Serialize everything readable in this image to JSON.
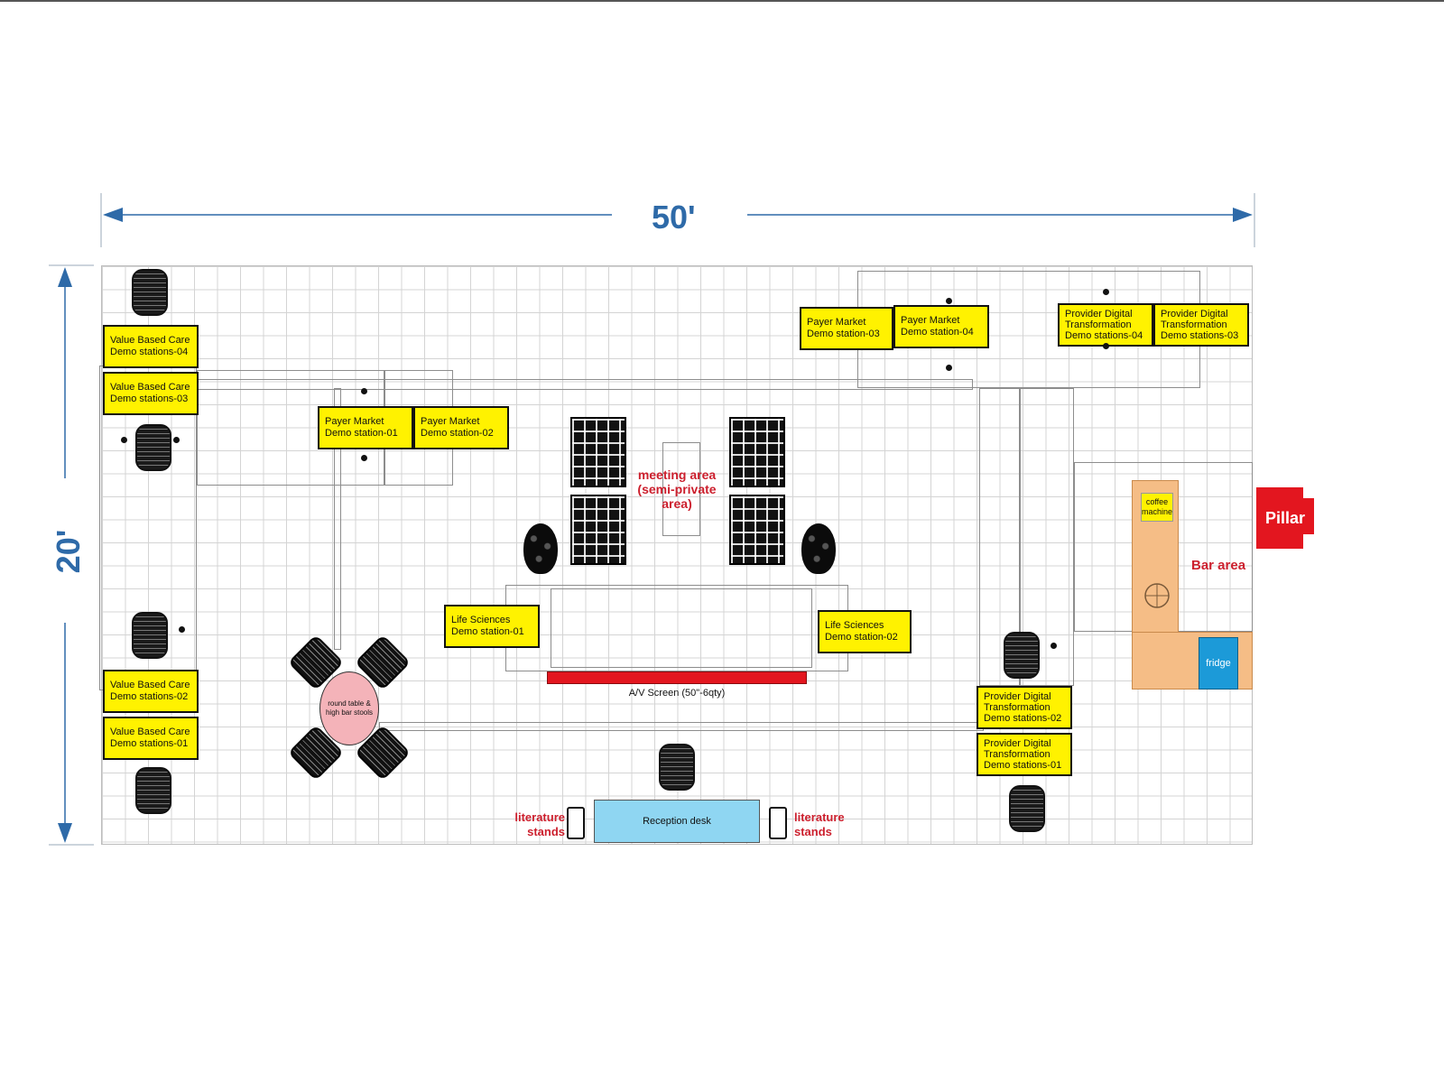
{
  "dimensions": {
    "width_label": "50'",
    "height_label": "20'"
  },
  "stations": {
    "vbc_04": [
      "Value Based Care",
      "Demo stations-04"
    ],
    "vbc_03": [
      "Value Based Care",
      "Demo stations-03"
    ],
    "vbc_02": [
      "Value Based Care",
      "Demo stations-02"
    ],
    "vbc_01": [
      "Value Based Care",
      "Demo stations-01"
    ],
    "payer_01": [
      "Payer Market",
      "Demo station-01"
    ],
    "payer_02": [
      "Payer Market",
      "Demo station-02"
    ],
    "payer_03": [
      "Payer Market",
      "Demo station-03"
    ],
    "payer_04": [
      "Payer Market",
      "Demo station-04"
    ],
    "pdt_04": [
      "Provider Digital",
      "Transformation",
      "Demo stations-04"
    ],
    "pdt_03": [
      "Provider Digital",
      "Transformation",
      "Demo stations-03"
    ],
    "pdt_02": [
      "Provider Digital",
      "Transformation",
      "Demo stations-02"
    ],
    "pdt_01": [
      "Provider Digital",
      "Transformation",
      "Demo stations-01"
    ],
    "ls_01": [
      "Life Sciences",
      "Demo station-01"
    ],
    "ls_02": [
      "Life Sciences",
      "Demo station-02"
    ]
  },
  "areas": {
    "meeting_line1": "meeting area",
    "meeting_line2": "(semi-private area)",
    "bar_area": "Bar area",
    "pillar": "Pillar",
    "coffee_line1": "coffee",
    "coffee_line2": "machine",
    "fridge": "fridge",
    "av_screen": "A/V Screen (50\"-6qty)",
    "round_table_line1": "round table &",
    "round_table_line2": "high bar stools",
    "reception_desk": "Reception desk",
    "literature_left_line1": "literature",
    "literature_left_line2": "stands",
    "literature_right_line1": "literature",
    "literature_right_line2": "stands"
  },
  "colors": {
    "label_yellow": "#fff200",
    "accent_red": "#e3161f",
    "dimension_blue": "#2e6aa8",
    "reception_blue": "#8fd6f2",
    "fridge_blue": "#1c9ad8",
    "bar_orange": "#f5bd86",
    "round_table_pink": "#f4b3b9"
  }
}
